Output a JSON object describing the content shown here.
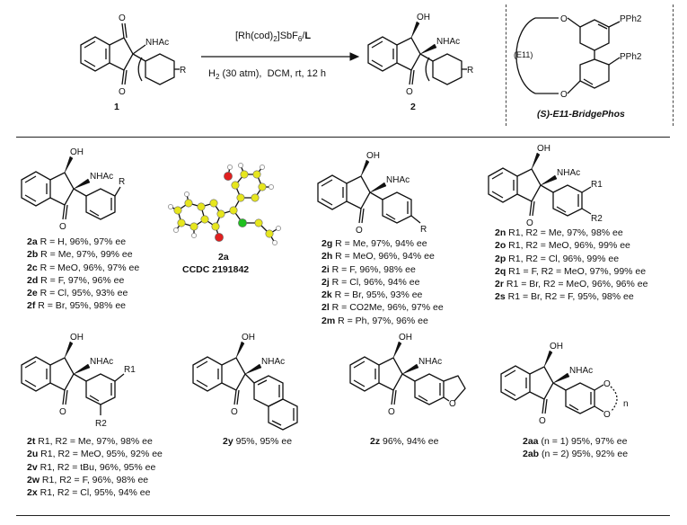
{
  "scheme": {
    "reactant": {
      "label": "1",
      "nhac": "NHAc",
      "r": "R"
    },
    "conditions": {
      "top": "[Rh(cod)2]SbF6/L",
      "bottom": "H2 (30 atm), DCM, rt, 12 h"
    },
    "product": {
      "label": "2",
      "oh": "OH",
      "nhac": "NHAc",
      "r": "R"
    },
    "ligand": {
      "name": "(S)-E11-BridgePhos",
      "pph2_top": "PPh2",
      "pph2_bot": "PPh2",
      "e": "(E11)",
      "o_top": "O",
      "o_bot": "O"
    }
  },
  "common": {
    "oh": "OH",
    "nhac": "NHAc",
    "o": "O"
  },
  "block_a": {
    "r": "R",
    "entries": [
      {
        "code": "2a",
        "text": " R = H, 96%, 97% ee"
      },
      {
        "code": "2b",
        "text": " R = Me, 97%, 99% ee"
      },
      {
        "code": "2c",
        "text": " R = MeO, 96%, 97% ee"
      },
      {
        "code": "2d",
        "text": " R = F, 97%, 96% ee"
      },
      {
        "code": "2e",
        "text": " R = Cl, 95%, 93% ee"
      },
      {
        "code": "2f",
        "text": " R = Br, 95%, 98% ee"
      }
    ]
  },
  "crystal": {
    "label": "2a",
    "ccdc": "CCDC 2191842"
  },
  "block_g": {
    "r": "R",
    "entries": [
      {
        "code": "2g",
        "text": " R = Me, 97%, 94% ee"
      },
      {
        "code": "2h",
        "text": " R = MeO, 96%, 94% ee"
      },
      {
        "code": "2i",
        "text": " R = F, 96%, 98% ee"
      },
      {
        "code": "2j",
        "text": " R = Cl, 96%, 94% ee"
      },
      {
        "code": "2k",
        "text": " R = Br, 95%, 93% ee"
      },
      {
        "code": "2l",
        "text": " R = CO2Me, 96%, 97% ee"
      },
      {
        "code": "2m",
        "text": " R = Ph, 97%, 96% ee"
      }
    ]
  },
  "block_n": {
    "r1": "R1",
    "r2": "R2",
    "entries": [
      {
        "code": "2n",
        "text": " R1, R2 = Me, 97%, 98% ee"
      },
      {
        "code": "2o",
        "text": " R1, R2 = MeO, 96%, 99% ee"
      },
      {
        "code": "2p",
        "text": " R1, R2 = Cl, 96%, 99% ee"
      },
      {
        "code": "2q",
        "text": " R1 = F, R2 = MeO, 97%, 99% ee"
      },
      {
        "code": "2r",
        "text": " R1 = Br, R2 = MeO, 96%, 96% ee"
      },
      {
        "code": "2s",
        "text": " R1 = Br, R2 = F, 95%, 98% ee"
      }
    ]
  },
  "block_t": {
    "r1": "R1",
    "r2": "R2",
    "entries": [
      {
        "code": "2t",
        "text": " R1, R2 = Me, 97%, 98% ee"
      },
      {
        "code": "2u",
        "text": " R1, R2 = MeO, 95%, 92% ee"
      },
      {
        "code": "2v",
        "text": " R1, R2 = tBu, 96%, 95% ee"
      },
      {
        "code": "2w",
        "text": " R1, R2 = F, 96%, 98% ee"
      },
      {
        "code": "2x",
        "text": " R1, R2 = Cl, 95%, 94% ee"
      }
    ]
  },
  "block_y": {
    "code": "2y",
    "text": " 95%, 95% ee"
  },
  "block_z": {
    "code": "2z",
    "text": " 96%, 94% ee"
  },
  "block_aa": {
    "n": "n",
    "entries": [
      {
        "code": "2aa",
        "text": " (n = 1) 95%, 97% ee"
      },
      {
        "code": "2ab",
        "text": " (n = 2) 95%, 92% ee"
      }
    ]
  },
  "colors": {
    "carbon": "#e6e61e",
    "oxygen": "#e02020",
    "nitrogen": "#20c020",
    "hydrogen": "#ffffff"
  }
}
